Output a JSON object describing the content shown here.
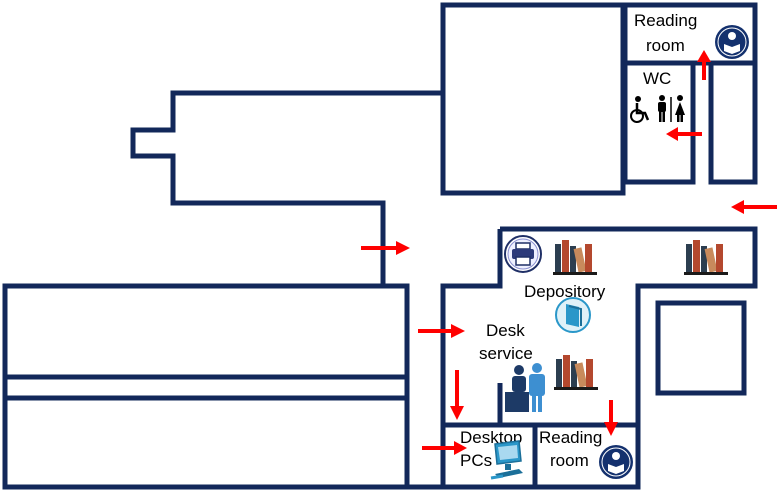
{
  "title": "",
  "colors": {
    "wall": "#12285a",
    "arrow": "#ff0000",
    "icon_circle": "#14316e",
    "book_red": "#b4482e",
    "book_dark": "#2c3e50",
    "book_tan": "#c88a5c",
    "teal": "#2a97c9",
    "person_dark": "#1d3a66",
    "person_light": "#3d8fd1"
  },
  "rooms": {
    "reading_room_top": {
      "line1": "Reading",
      "line2": "room",
      "icon": "reader-icon"
    },
    "wc": {
      "label": "WC",
      "icon": "accessible-restroom-icon"
    },
    "depository": {
      "label": "Depository",
      "icons": [
        "printer-icon",
        "bookshelf-icon",
        "book-icon"
      ]
    },
    "desk_service": {
      "line1": "Desk",
      "line2": "service",
      "icon": "service-desk-icon"
    },
    "desktop_pcs": {
      "line1": "Desktop",
      "line2": "PCs",
      "icon": "computer-icon"
    },
    "reading_room_bottom": {
      "line1": "Reading",
      "line2": "room",
      "icon": "reader-icon"
    }
  },
  "arrows": [
    {
      "id": "to-reading-room-top",
      "direction": "up"
    },
    {
      "id": "to-wc",
      "direction": "left"
    },
    {
      "id": "right-entrance",
      "direction": "left"
    },
    {
      "id": "corridor",
      "direction": "right"
    },
    {
      "id": "to-desk-service",
      "direction": "right"
    },
    {
      "id": "from-desk-down",
      "direction": "down"
    },
    {
      "id": "to-reading-room-bottom",
      "direction": "down"
    },
    {
      "id": "to-desktop-pcs",
      "direction": "right"
    }
  ]
}
